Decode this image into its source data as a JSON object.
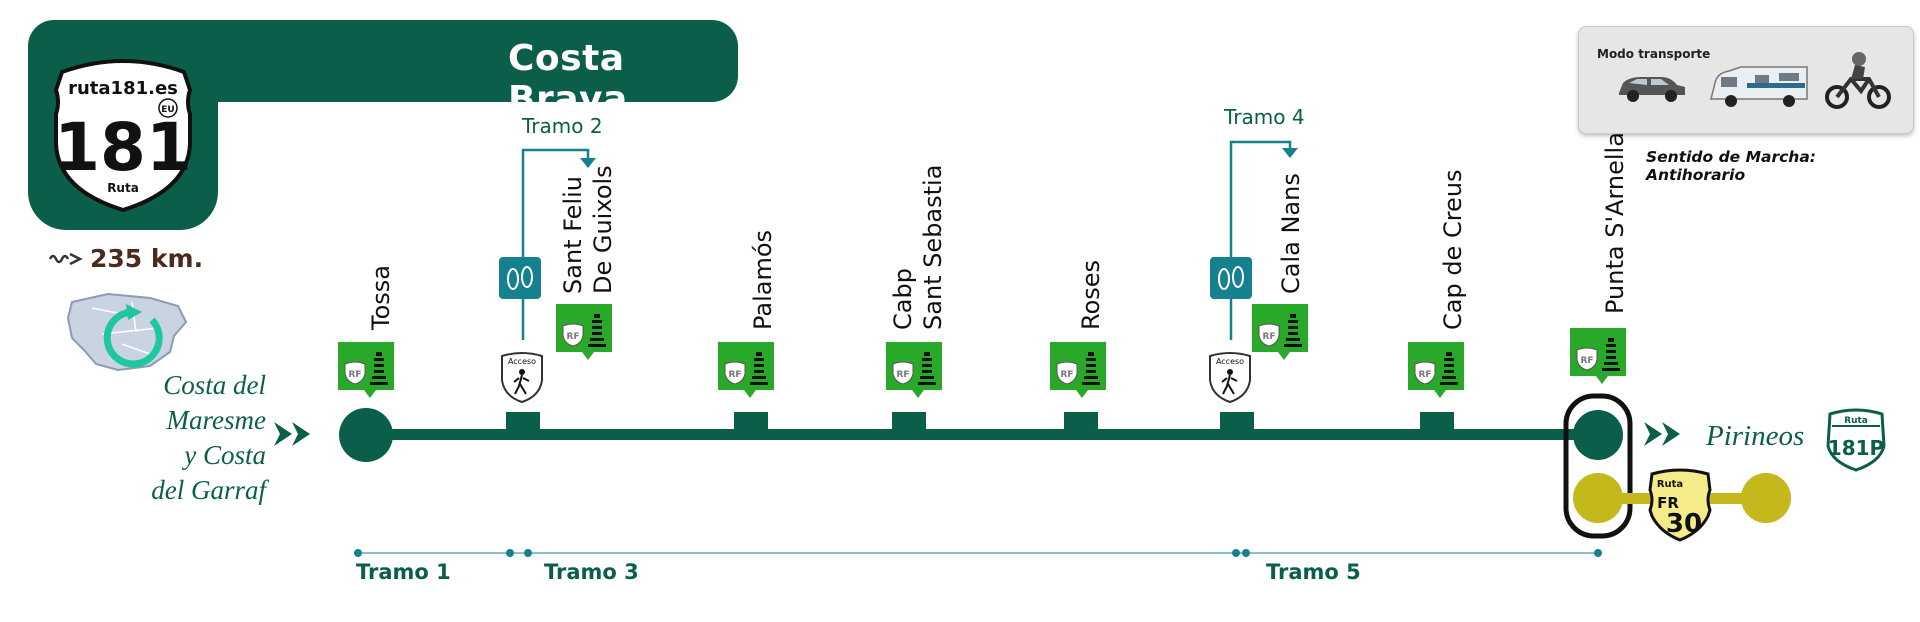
{
  "header": {
    "title": "Costa Brava",
    "logo": {
      "site": "ruta181.es",
      "region_badge": "EU",
      "number": "181",
      "caption": "Ruta"
    },
    "distance": "235 km."
  },
  "route": {
    "from_label": "Costa del\nMaresme\ny Costa\ndel Garraf",
    "to_label": "Pirineos",
    "next_route_badge": {
      "caption": "Ruta",
      "number": "181P"
    },
    "alt_route_badge": {
      "caption": "Ruta",
      "code": "FR",
      "number": "30"
    },
    "stops": [
      {
        "name": "Tossa",
        "kind": "terminal-start"
      },
      {
        "name": "",
        "kind": "access"
      },
      {
        "name": "Sant Feliu\nDe Guixols",
        "kind": "branch"
      },
      {
        "name": "Palamós",
        "kind": "stop"
      },
      {
        "name": "Cabp\nSant Sebastia",
        "kind": "stop"
      },
      {
        "name": "Roses",
        "kind": "stop"
      },
      {
        "name": "",
        "kind": "access"
      },
      {
        "name": "Cala Nans",
        "kind": "branch"
      },
      {
        "name": "Cap de Creus",
        "kind": "stop"
      },
      {
        "name": "Punta S'Arnella",
        "kind": "terminal-end"
      }
    ],
    "access_label": "Acceso",
    "stop_badge_text": "RF",
    "tramos_top": [
      "Tramo 2",
      "Tramo 4"
    ],
    "tramos_bottom": [
      "Tramo 1",
      "Tramo 3",
      "Tramo 5"
    ]
  },
  "transport": {
    "title": "Modo transporte",
    "modes": [
      "car-icon",
      "motorhome-icon",
      "motorcycle-icon"
    ],
    "direction": "Sentido de Marcha: Antihorario"
  },
  "colors": {
    "primary": "#0b5e4a",
    "badge_green": "#2aa82a",
    "teal": "#16818e",
    "yellow_route": "#c4b81c",
    "text_brown": "#4b2a1c"
  }
}
